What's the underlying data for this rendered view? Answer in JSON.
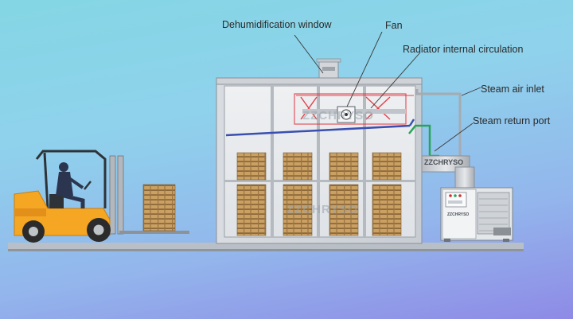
{
  "labels": {
    "dehumidification_window": "Dehumidification window",
    "fan": "Fan",
    "radiator_circulation": "Radiator internal circulation",
    "steam_air_inlet": "Steam air inlet",
    "steam_return_port": "Steam return port"
  },
  "brand": {
    "watermark": "ZZCHRYSO",
    "unit_badge": "ZZCHRYSO",
    "small_badge": "ZZCHRYSO"
  },
  "colors": {
    "background_top": "#84d6e4",
    "background_bottom": "#8e8ae6",
    "forklift_body": "#f5a623",
    "pipe_blue": "#3a4fb0",
    "radiator_red": "#e0303a",
    "return_green": "#2aa35a",
    "pallet_wood": "#c99a5b"
  }
}
